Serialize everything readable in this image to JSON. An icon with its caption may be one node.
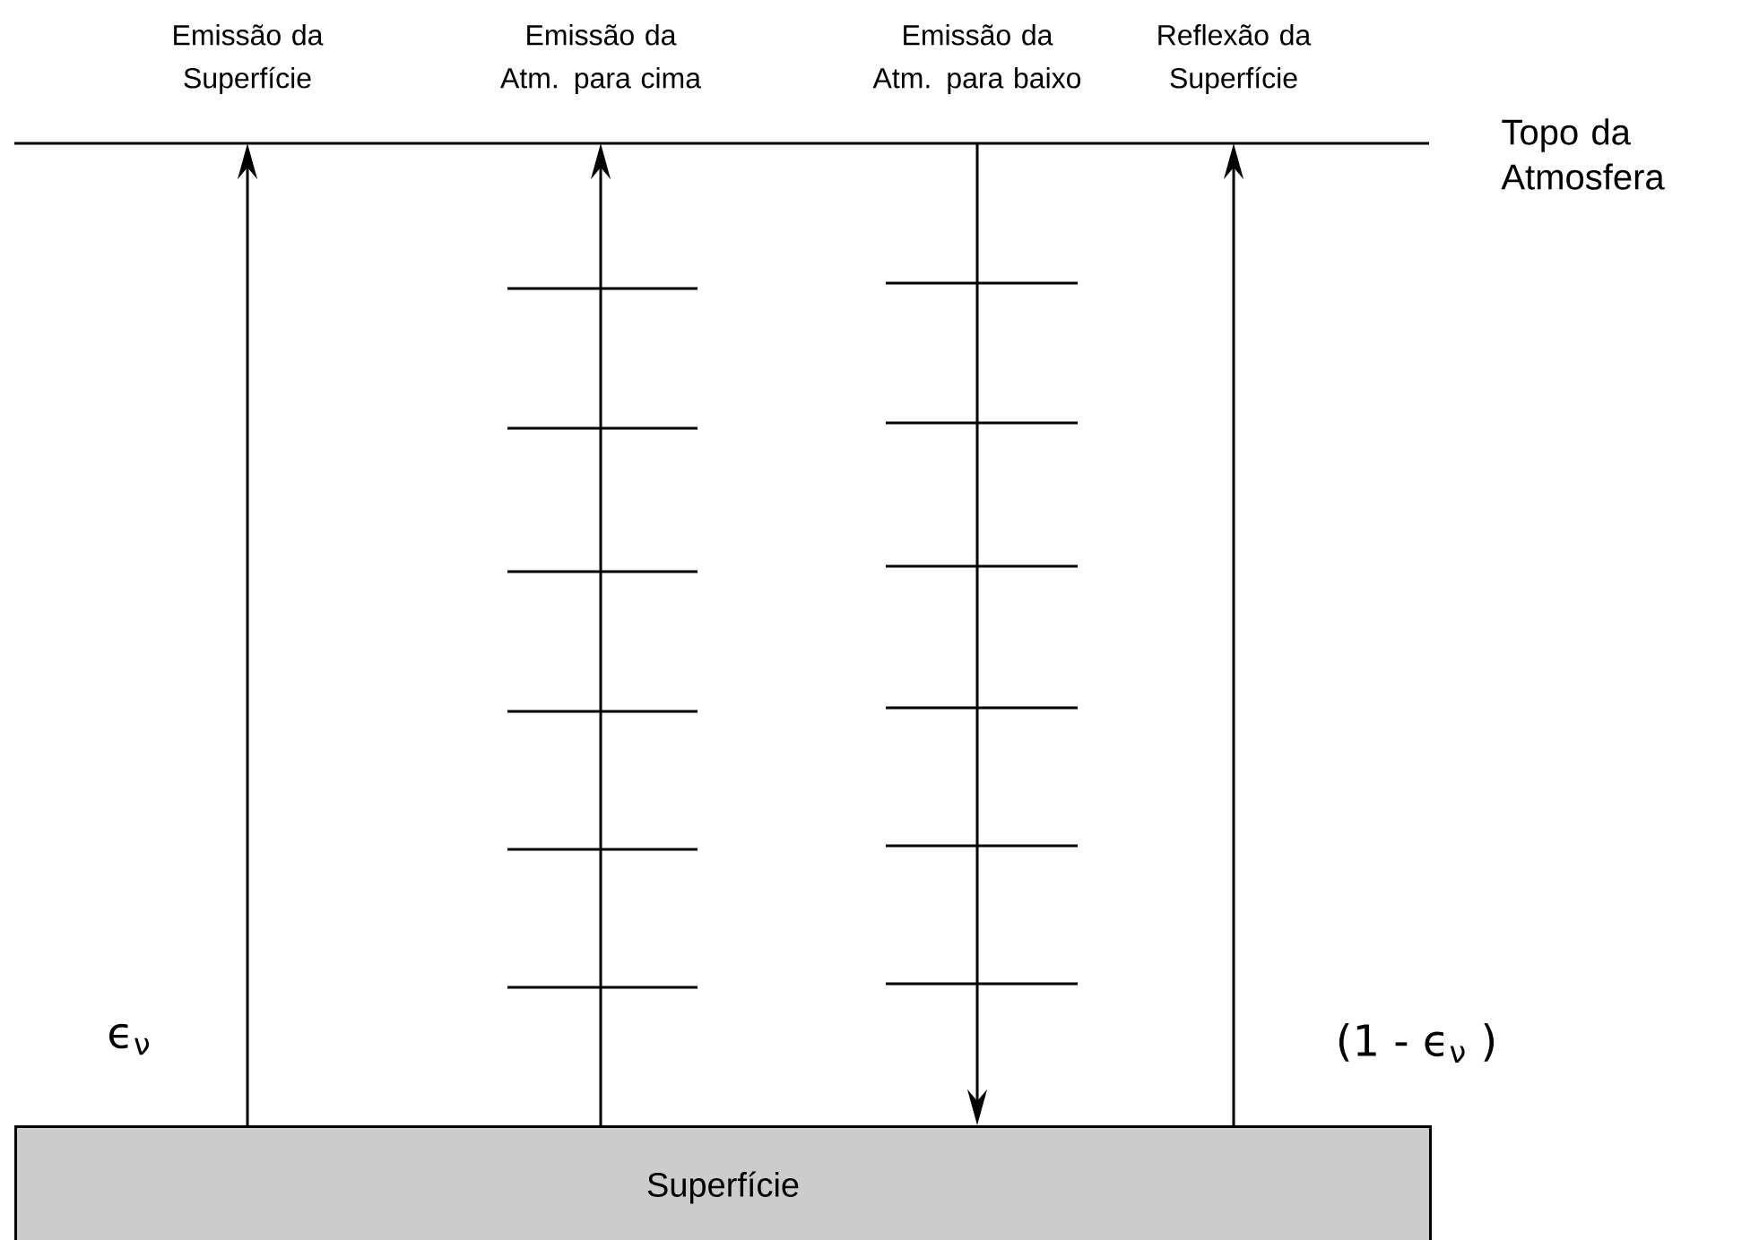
{
  "diagram": {
    "nodes": [
      {
        "text": [
          "Superfície"
        ]
      },
      {
        "text": [
          "Topo da Atmosfera"
        ]
      }
    ],
    "edges": [
      {
        "from": 0,
        "to": 1,
        "arrow": "to"
      },
      {
        "from": 0,
        "to": 1,
        "arrow": "to"
      },
      {
        "from": 1,
        "to": 0,
        "arrow": "to"
      },
      {
        "from": 0,
        "to": 1,
        "arrow": "to"
      }
    ],
    "labels": [
      "Emissão da Superfície",
      "Emissão da Atm. para cima",
      "Emissão da Atm. para baixo",
      "Reflexão da Superfície",
      "ϵ$_{ν}$",
      "(1 - ϵ$_{ν}$ )"
    ]
  }
}
